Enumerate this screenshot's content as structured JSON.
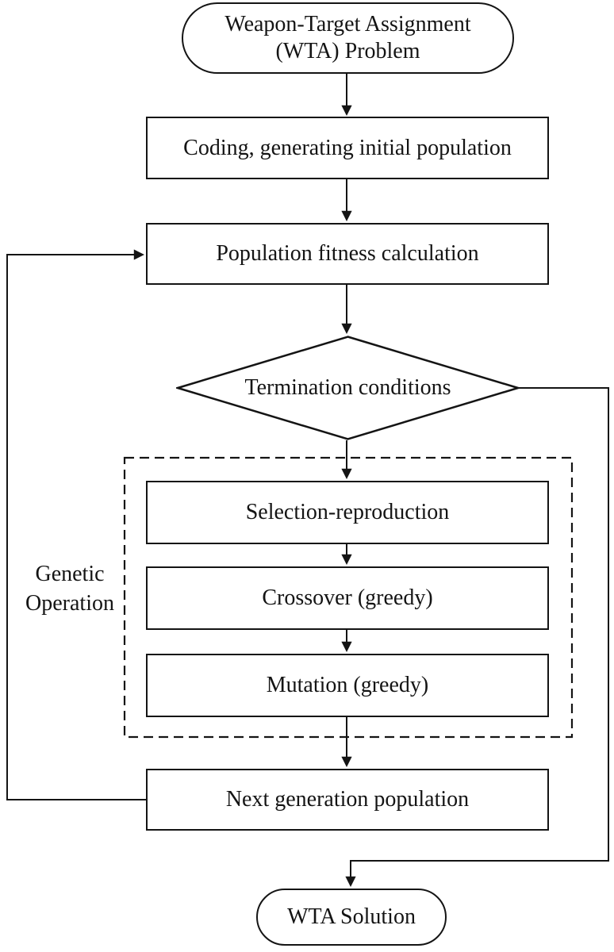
{
  "colors": {
    "ink": "#141414",
    "background": "#ffffff"
  },
  "nodes": {
    "start": {
      "shape": "terminator",
      "label": "Weapon-Target Assignment\n(WTA) Problem"
    },
    "coding": {
      "shape": "process",
      "label": "Coding, generating initial population"
    },
    "fitness": {
      "shape": "process",
      "label": "Population fitness calculation"
    },
    "termination": {
      "shape": "decision",
      "label": "Termination conditions"
    },
    "selection": {
      "shape": "process",
      "label": "Selection-reproduction"
    },
    "crossover": {
      "shape": "process",
      "label": "Crossover (greedy)"
    },
    "mutation": {
      "shape": "process",
      "label": "Mutation (greedy)"
    },
    "next_generation": {
      "shape": "process",
      "label": "Next generation population"
    },
    "solution": {
      "shape": "terminator",
      "label": "WTA Solution"
    }
  },
  "annotations": {
    "genetic_operation": "Genetic\nOperation"
  }
}
